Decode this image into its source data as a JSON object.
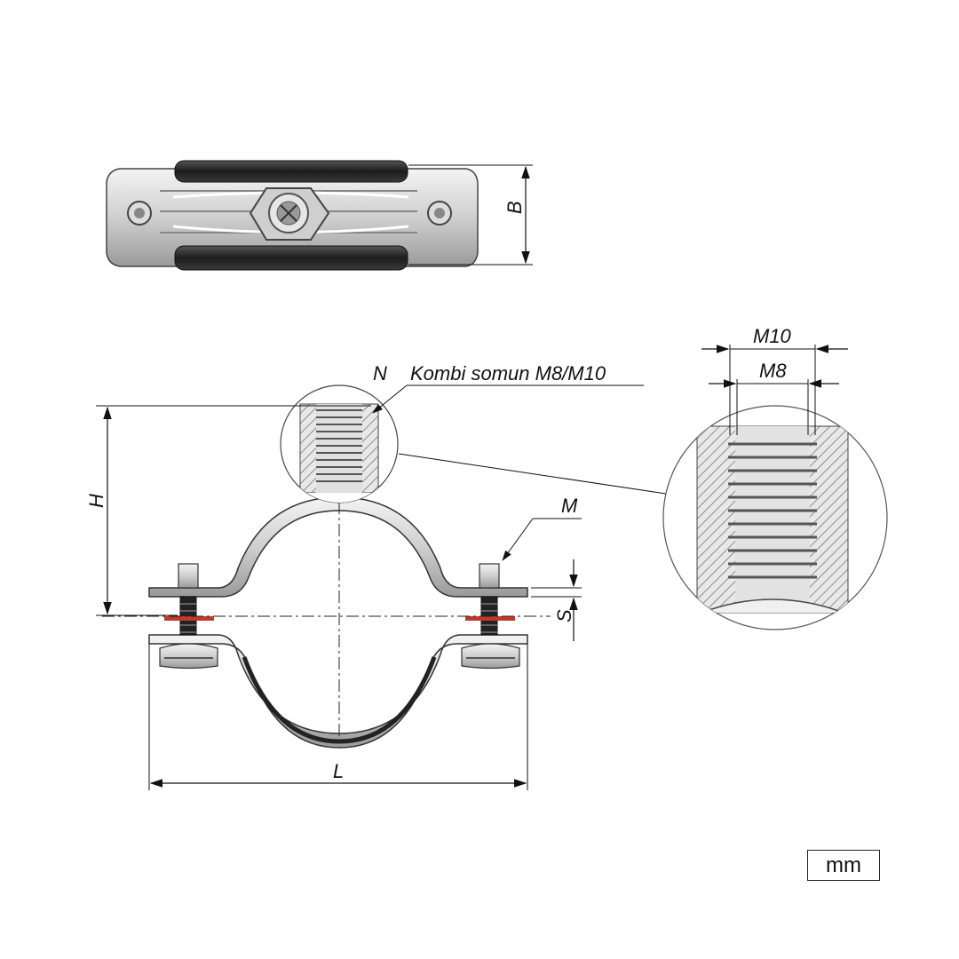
{
  "labels": {
    "B": "B",
    "N": "N",
    "callout": "Kombi somun M8/M10",
    "H": "H",
    "M": "M",
    "S": "S",
    "L": "L",
    "M10": "M10",
    "M8": "M8"
  },
  "unit": "mm",
  "colors": {
    "rubber": "#2a2a2a",
    "steel": "#d6d6d6",
    "washer": "#c0392b",
    "line": "#111111"
  }
}
